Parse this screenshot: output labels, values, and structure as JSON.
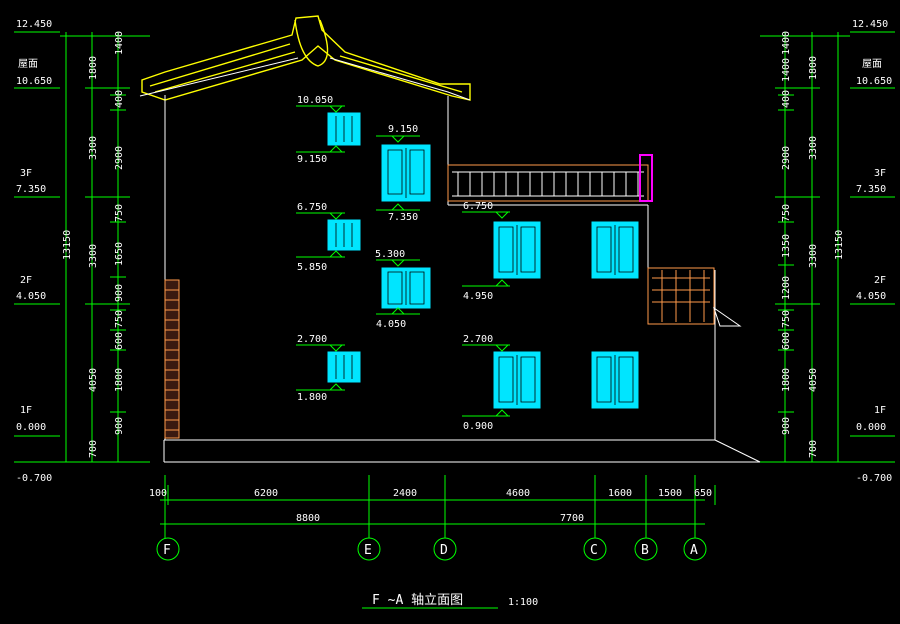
{
  "title": "F ~A 轴立面图",
  "scale": "1:100",
  "levels_left": [
    {
      "label": "",
      "value": "12.450"
    },
    {
      "label": "屋面",
      "value": "10.650"
    },
    {
      "label": "3F",
      "value": "7.350"
    },
    {
      "label": "2F",
      "value": "4.050"
    },
    {
      "label": "1F",
      "value": "0.000"
    },
    {
      "label": "",
      "value": "-0.700"
    }
  ],
  "levels_right": [
    {
      "label": "",
      "value": "12.450"
    },
    {
      "label": "屋面",
      "value": "10.650"
    },
    {
      "label": "3F",
      "value": "7.350"
    },
    {
      "label": "2F",
      "value": "4.050"
    },
    {
      "label": "1F",
      "value": "0.000"
    },
    {
      "label": "",
      "value": "-0.700"
    }
  ],
  "total_height": "13150",
  "vdims_left_outer": [
    "3300",
    "3300",
    "4050",
    "700"
  ],
  "vdims_left_inner": [
    "1400",
    "1800",
    "400",
    "2900",
    "750",
    "1650",
    "900",
    "750",
    "600",
    "1800",
    "900"
  ],
  "vdims_right_outer": [
    "1800",
    "3300",
    "3300",
    "4050",
    "700"
  ],
  "vdims_right_inner": [
    "1400",
    "1400",
    "400",
    "2900",
    "750",
    "1350",
    "1200",
    "750",
    "600",
    "1800",
    "900"
  ],
  "window_labels": [
    "10.050",
    "9.150",
    "9.150",
    "7.350",
    "6.750",
    "5.850",
    "5.300",
    "4.050",
    "6.750",
    "4.950",
    "2.700",
    "1.800",
    "2.700",
    "0.900"
  ],
  "hdims_row1": [
    "100",
    "6200",
    "2400",
    "4600",
    "1600",
    "1500",
    "650"
  ],
  "hdims_row2": [
    "8800",
    "7700"
  ],
  "axes": [
    "F",
    "E",
    "D",
    "C",
    "B",
    "A"
  ]
}
